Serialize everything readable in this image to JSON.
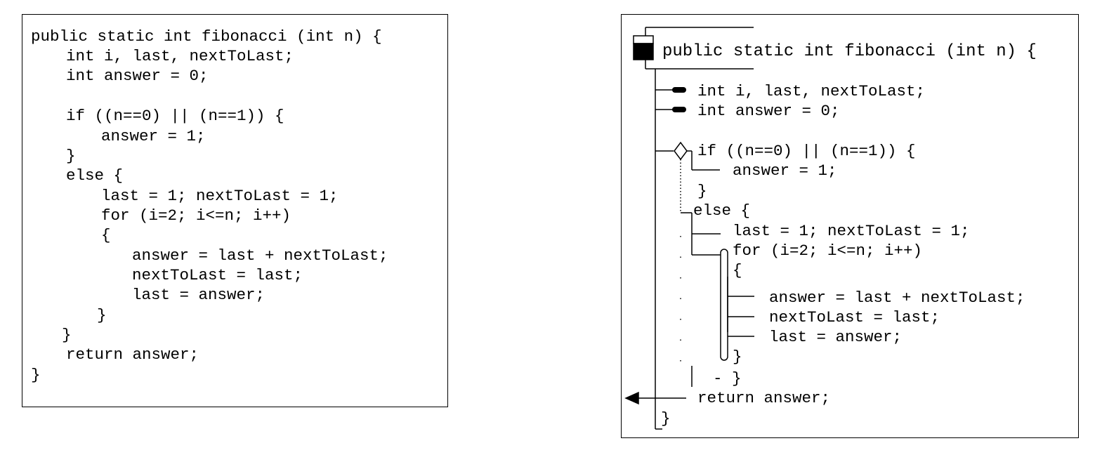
{
  "plain_code": {
    "lines": [
      "public static int fibonacci (int n) {",
      "int i, last, nextToLast;",
      "int answer = 0;",
      "if ((n==0) || (n==1)) {",
      "answer = 1;",
      "}",
      "else {",
      "last = 1; nextToLast = 1;",
      "for (i=2; i<=n; i++)",
      "{",
      "answer = last + nextToLast;",
      "nextToLast = last;",
      "last = answer;",
      "}",
      "}",
      "return answer;",
      "}"
    ]
  },
  "structured_code": {
    "lines": [
      "public static int fibonacci (int n) {",
      "int i, last, nextToLast;",
      "int answer = 0;",
      "if ((n==0) || (n==1)) {",
      "answer = 1;",
      "}",
      "else {",
      "last = 1; nextToLast = 1;",
      "for (i=2; i<=n; i++)",
      "{",
      "answer = last + nextToLast;",
      "nextToLast = last;",
      "last = answer;",
      "}",
      "- }",
      "return answer;",
      "}"
    ]
  }
}
